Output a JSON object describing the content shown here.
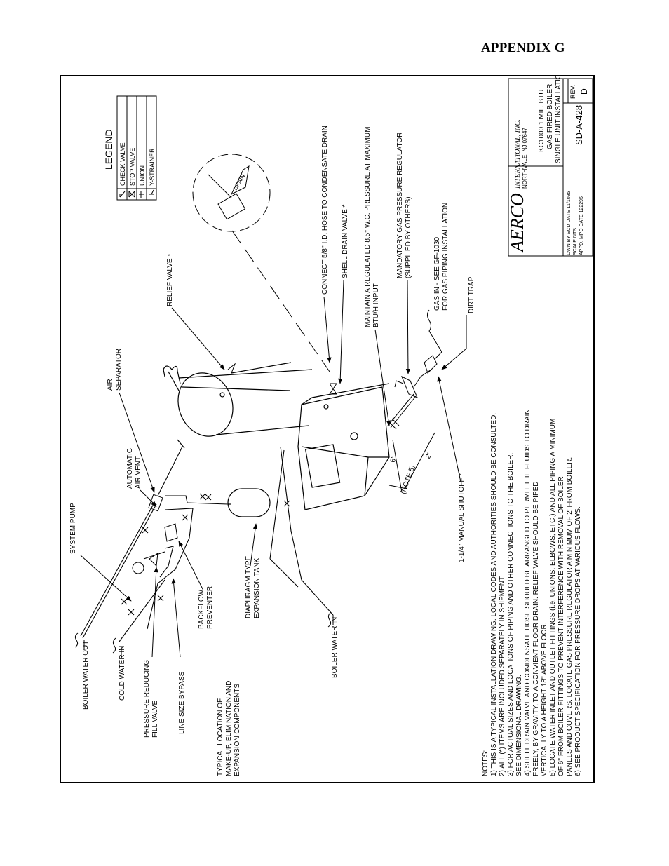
{
  "header": {
    "appendix": "APPENDIX G"
  },
  "legend": {
    "title": "LEGEND",
    "items": [
      {
        "symbol": "check-valve",
        "label": "CHECK VALVE"
      },
      {
        "symbol": "stop-valve",
        "label": "STOP VALVE"
      },
      {
        "symbol": "union",
        "label": "UNION"
      },
      {
        "symbol": "y-strainer",
        "label": "Y-STRAINER"
      }
    ]
  },
  "title_block": {
    "company": "AERCO",
    "company_sub": "INTERNATIONAL, INC.",
    "location": "NORTHVALE, NJ   07647",
    "title_lines": [
      "KC1000 1 MIL. BTU",
      "GAS FIRED BOILER",
      "SINGLE UNIT INSTALLATION"
    ],
    "drawn_by": "DWN BY  SCD  DATE 11/1095",
    "scale": "SCALE   NTS",
    "approved": "APPD.   MPC  DATE 122295",
    "drawing_number": "SD-A-428",
    "rev_label": "REV.",
    "rev_value": "D"
  },
  "labels": {
    "condensate": "CONNECT 5/8'' I.D. HOSE TO CONDENSATE DRAIN",
    "shell_drain": "SHELL DRAIN VALVE *",
    "maintain_1": "MAINTAIN A REGULATED 8.5'' W.C. PRESSURE AT MAXIMUM",
    "maintain_2": "BTU/H INPUT",
    "regulator_1": "MANDATORY GAS PRESSURE REGULATOR",
    "regulator_2": "(SUPPLIED BY OTHERS)",
    "gas_in_1": "GAS IN - SEE GF-1030",
    "gas_in_2": "FOR GAS PIPING INSTALLATION",
    "dirt_trap": "DIRT TRAP",
    "relief_valve": "RELIEF VALVE *",
    "air_sep_1": "AIR",
    "air_sep_2": "SEPARATOR",
    "auto_vent_1": "AUTOMATIC",
    "auto_vent_2": "AIR VENT",
    "system_pump": "SYSTEM PUMP",
    "boiler_water_out": "BOILER WATER OUT",
    "cold_water_in": "COLD WATER IN",
    "prv_1": "PRESSURE REDUCING",
    "prv_2": "FILL VALVE",
    "bypass": "LINE SIZE BYPASS",
    "typical_1": "TYPICAL LOCATION OF",
    "typical_2": "MAKE-UP, ELIMINATION AND",
    "typical_3": "EXPANSION COMPONENTS",
    "backflow_1": "BACKFLOW",
    "backflow_2": "PREVENTER",
    "diaphragm_1": "DIAPHRAGM TYPE",
    "diaphragm_2": "EXPANSION TANK",
    "boiler_water_in": "BOILER WATER IN",
    "manual_shutoff": "1-1/4'' MANUAL SHUTOFF *",
    "drain": "DRAIN",
    "dim_6": "6''",
    "dim_note5": "(NOTE 5)",
    "dim_2": "2'"
  },
  "notes": {
    "heading": "NOTES:",
    "lines": [
      "1)  THIS IS A TYPICAL INSTALLATION DRAWING.  LOCAL CODES AND AUTHORITIES SHOULD BE CONSULTED.",
      "2)  ALL (*) ITEMS ARE INCLUDED SEPARATELY IN SHIPMENT.",
      "3)  FOR ACTUAL SIZES AND LOCATIONS OF PIPING AND OTHER CONNECTIONS TO THE BOILER,",
      "     SEE DIMENSIONAL DRAWING.",
      "4)  SHELL DRAIN VALVE AND CONDENSATE HOSE SHOULD BE ARRANGED TO PERMIT THE FLUIDS TO DRAIN",
      "     FREELY, BY GRAVITY, TO A CONVIENT FLOOR DRAIN. RELIEF VALVE SHOULD BE PIPED",
      "     VERTICALLY TO A HEIGHT 18'' ABOVE FLOOR.",
      "5)  LOCATE WATER INLET AND OUTLET FITTINGS (i.e. UNIONS, ELBOWS, ETC.) AND ALL PIPING A MINIMUM",
      "     OF 6'' FROM BOILER FITTINGS TO PREVENT INTERFERENCE WITH REMOVAL OF BOILER",
      "     PANELS AND COVERS.  LOCATE GAS PRESSURE REGULATOR A MINIMUM OF 2' FROM BOILER.",
      "6)  SEE PRODUCT SPECIFICATION FOR PRESSURE DROPS AT VARIOUS FLOWS."
    ]
  }
}
